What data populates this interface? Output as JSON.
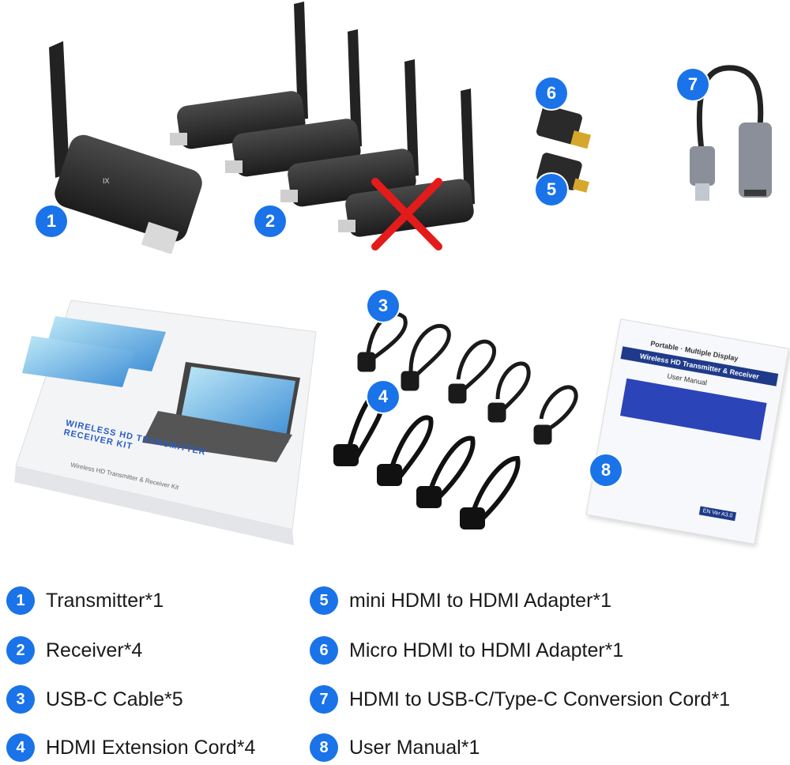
{
  "badges": [
    "1",
    "2",
    "3",
    "4",
    "5",
    "6",
    "7",
    "8"
  ],
  "box": {
    "title_line1": "WIRELESS HD TRANSMITTER",
    "title_line2": "RECEIVER KIT",
    "subtitle": "Wireless HD Transmitter & Receiver Kit"
  },
  "manual": {
    "top": "Portable · Multiple Display",
    "banner": "Wireless HD Transmitter & Receiver",
    "title": "User Manual",
    "version": "EN Ver A3.0"
  },
  "legend": {
    "items": [
      {
        "num": "1",
        "label": "Transmitter*1"
      },
      {
        "num": "2",
        "label": "Receiver*4"
      },
      {
        "num": "3",
        "label": "USB-C Cable*5"
      },
      {
        "num": "4",
        "label": "HDMI Extension Cord*4"
      },
      {
        "num": "5",
        "label": "mini HDMI to HDMI Adapter*1"
      },
      {
        "num": "6",
        "label": "Micro HDMI to HDMI Adapter*1"
      },
      {
        "num": "7",
        "label": "HDMI to USB-C/Type-C Conversion Cord*1"
      },
      {
        "num": "8",
        "label": "User Manual*1"
      }
    ]
  },
  "colors": {
    "badge": "#1a73e8",
    "device": "#2b2b2b",
    "cross": "#e31b1b",
    "adapter_gold": "#d6a72c",
    "manual_banner": "#1f3a8a"
  }
}
